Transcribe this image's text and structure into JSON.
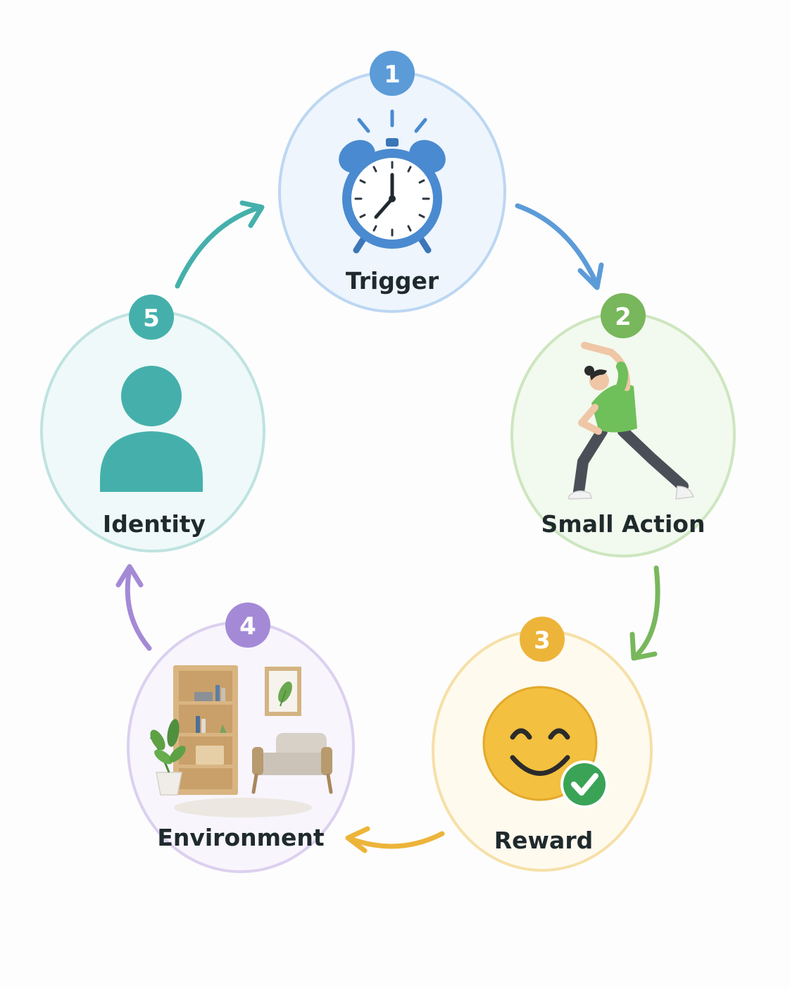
{
  "nodes": [
    {
      "number": "1",
      "label": "Trigger",
      "icon": "alarm-clock-icon",
      "color": "#5b9bd8",
      "ring": "#bcd7f2",
      "fill": "#eef5fd"
    },
    {
      "number": "2",
      "label": "Small Action",
      "icon": "stretching-person-icon",
      "color": "#78b75c",
      "ring": "#cde6bf",
      "fill": "#f2f9ee"
    },
    {
      "number": "3",
      "label": "Reward",
      "icon": "smiling-face-check-icon",
      "color": "#edb43a",
      "ring": "#f6e0a8",
      "fill": "#fefaee"
    },
    {
      "number": "4",
      "label": "Environment",
      "icon": "living-room-icon",
      "color": "#a48ad6",
      "ring": "#dcd0ef",
      "fill": "#f8f5fd"
    },
    {
      "number": "5",
      "label": "Identity",
      "icon": "person-silhouette-icon",
      "color": "#45b0ab",
      "ring": "#bfe3e1",
      "fill": "#eff9f9"
    }
  ]
}
